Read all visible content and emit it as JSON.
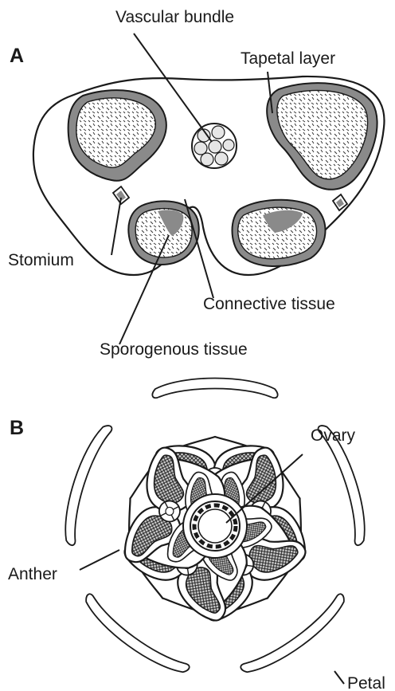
{
  "panel_a": {
    "panel_label": "A",
    "labels": {
      "vascular_bundle": "Vascular bundle",
      "tapetal_layer": "Tapetal layer",
      "stomium": "Stomium",
      "connective_tissue": "Connective tissue",
      "sporogenous_tissue": "Sporogenous tissue"
    }
  },
  "panel_b": {
    "panel_label": "B",
    "labels": {
      "ovary": "Ovary",
      "anther": "Anther",
      "petal": "Petal"
    }
  }
}
